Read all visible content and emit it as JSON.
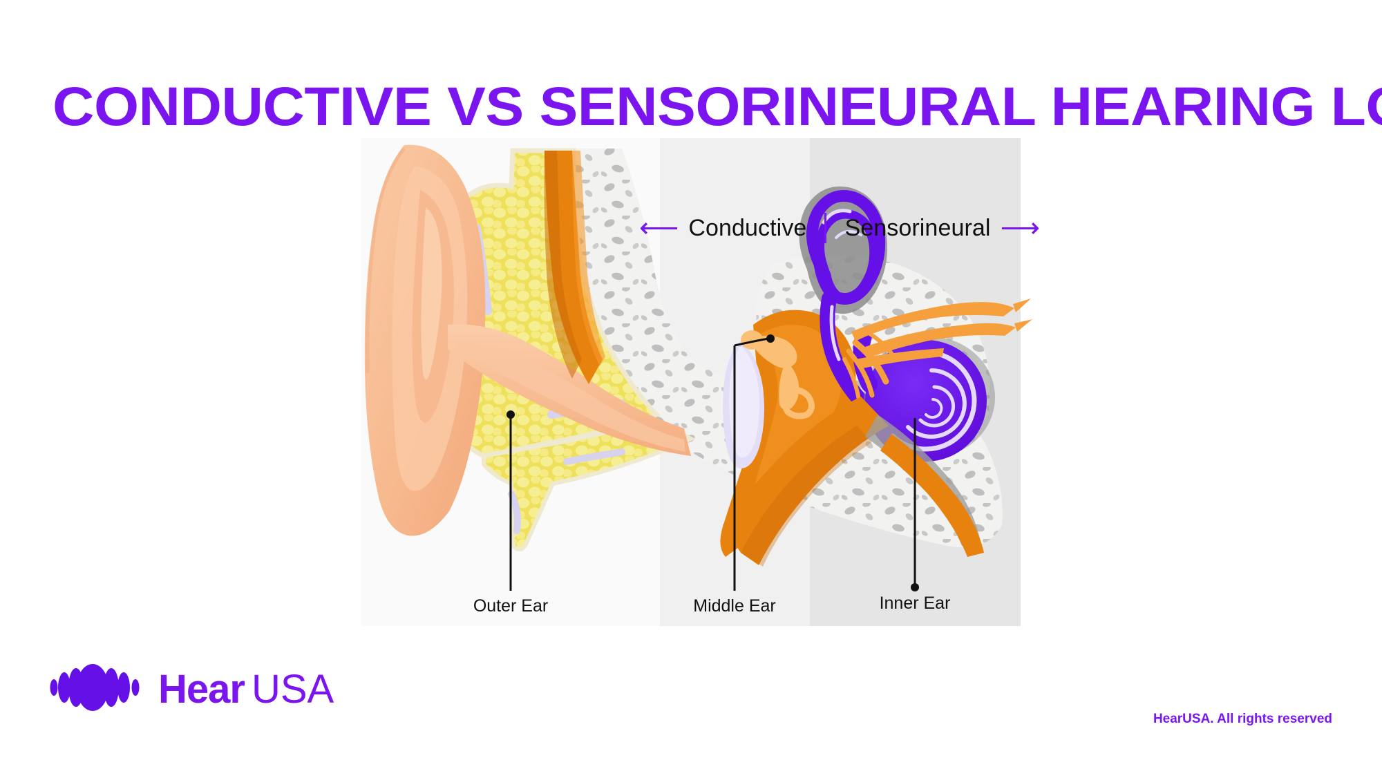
{
  "title": "CONDUCTIVE VS SENSORINEURAL HEARING LOSS",
  "colors": {
    "brand_purple": "#7B15F0",
    "cochlea_purple": "#6610E8",
    "canal_orange": "#E8820E",
    "nerve_orange": "#F5A03C",
    "skin_peach": "#F7B98E",
    "fat_yellow": "#F0DE5A",
    "bone_white": "#F0F0EE",
    "eardrum_lavender": "#E3DDF7",
    "text_black": "#111111",
    "zone_outer_bg": "#FAFAFA",
    "zone_middle_bg": "#F0F0F0",
    "zone_inner_bg": "#E5E5E5"
  },
  "legend": {
    "left_arrow": "⟵",
    "left_label": "Conductive",
    "right_label": "Sensorineural",
    "right_arrow": "⟶"
  },
  "zones": [
    {
      "key": "outer",
      "label": "Outer Ear"
    },
    {
      "key": "middle",
      "label": "Middle Ear"
    },
    {
      "key": "inner",
      "label": "Inner Ear"
    }
  ],
  "logo": {
    "hear": "Hear",
    "usa": "USA"
  },
  "copyright": "HearUSA. All rights reserved",
  "diagram": {
    "type": "anatomical-illustration",
    "subject": "cross-section of the human ear",
    "parts": [
      "pinna / auricle",
      "subcutaneous fatty tissue",
      "ear canal",
      "temporal bone",
      "eardrum / tympanic membrane",
      "ossicles",
      "semicircular canals",
      "cochlea",
      "auditory nerve"
    ]
  }
}
